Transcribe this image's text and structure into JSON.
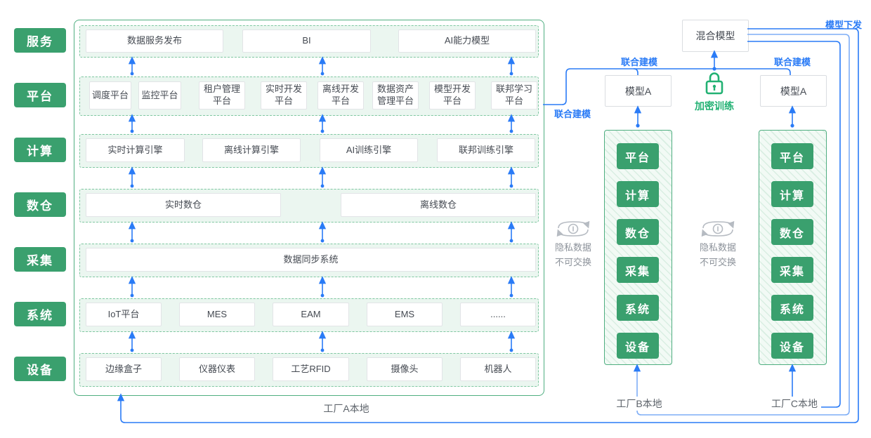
{
  "palette": {
    "green": "#3AA06E",
    "green_border": "#4FAE80",
    "band_fill": "#EBF6F0",
    "band_border": "#7EC7A0",
    "blue": "#2A7BF6",
    "blue_light": "#7FAEF6",
    "gray_text": "#8C929A",
    "dark_text": "#454A52",
    "lock_green": "#22B173"
  },
  "sidebar": {
    "items": [
      "服务",
      "平台",
      "计算",
      "数仓",
      "采集",
      "系统",
      "设备"
    ]
  },
  "main": {
    "factory_label": "工厂A本地",
    "rows": [
      {
        "name": "服务",
        "boxes": [
          "数据服务发布",
          "BI",
          "AI能力模型"
        ]
      },
      {
        "name": "平台",
        "boxes": [
          "调度平台",
          "监控平台",
          "租户管理平台",
          "实时开发平台",
          "离线开发平台",
          "数据资产管理平台",
          "模型开发平台",
          "联邦学习平台"
        ]
      },
      {
        "name": "计算",
        "boxes": [
          "实时计算引擎",
          "离线计算引擎",
          "AI训练引擎",
          "联邦训练引擎"
        ]
      },
      {
        "name": "数仓",
        "boxes": [
          "实时数仓",
          "离线数仓"
        ]
      },
      {
        "name": "采集",
        "boxes": [
          "数据同步系统"
        ]
      },
      {
        "name": "系统",
        "boxes": [
          "IoT平台",
          "MES",
          "EAM",
          "EMS",
          "......"
        ]
      },
      {
        "name": "设备",
        "boxes": [
          "边缘盒子",
          "仪器仪表",
          "工艺RFID",
          "摄像头",
          "机器人"
        ]
      }
    ]
  },
  "federation": {
    "hybrid_model": "混合模型",
    "model_a": "模型A",
    "model_distribution": "模型下发",
    "joint_modeling": "联合建模",
    "encrypted_training": "加密训练",
    "privacy_note": [
      "隐私数据",
      "不可交换"
    ],
    "factory_b_label": "工厂B本地",
    "factory_c_label": "工厂C本地",
    "factory_layers": [
      "平台",
      "计算",
      "数仓",
      "采集",
      "系统",
      "设备"
    ]
  }
}
